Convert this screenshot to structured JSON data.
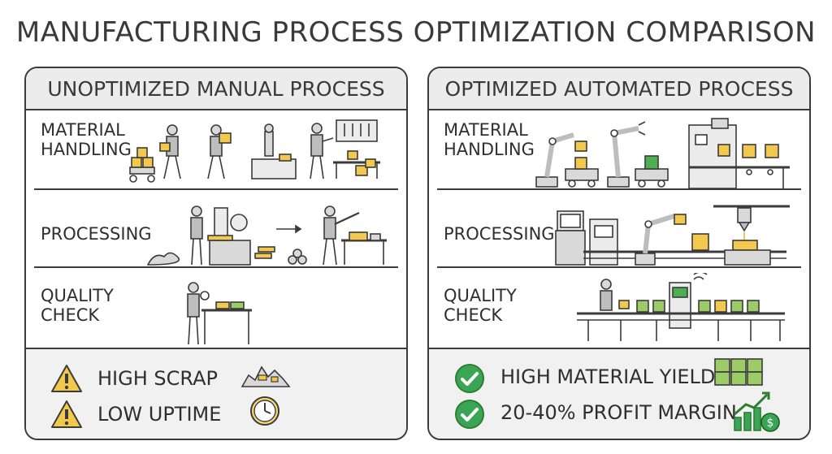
{
  "title": "MANUFACTURING PROCESS OPTIMIZATION COMPARISON",
  "left": {
    "header": "UNOPTIMIZED MANUAL PROCESS",
    "rows": [
      {
        "label": "MATERIAL\nHANDLING"
      },
      {
        "label": "PROCESSING"
      },
      {
        "label": "QUALITY\nCHECK"
      }
    ],
    "footer": [
      {
        "text": "HIGH SCRAP",
        "icon": "warning-icon"
      },
      {
        "text": "LOW UPTIME",
        "icon": "warning-icon"
      }
    ]
  },
  "right": {
    "header": "OPTIMIZED AUTOMATED PROCESS",
    "rows": [
      {
        "label": "MATERIAL\nHANDLING"
      },
      {
        "label": "PROCESSING"
      },
      {
        "label": "QUALITY\nCHECK"
      }
    ],
    "footer": [
      {
        "text": "HIGH MATERIAL YIELD",
        "icon": "check-circle-icon"
      },
      {
        "text": "20-40% PROFIT MARGIN",
        "icon": "check-circle-icon"
      }
    ]
  },
  "colors": {
    "outline": "#3b3b3b",
    "box_yellow": "#f2c94c",
    "machine_gray": "#d9d9d9",
    "green_check": "#3aa655",
    "warning_yellow": "#f2c94c",
    "screen_green": "#4caf50"
  }
}
